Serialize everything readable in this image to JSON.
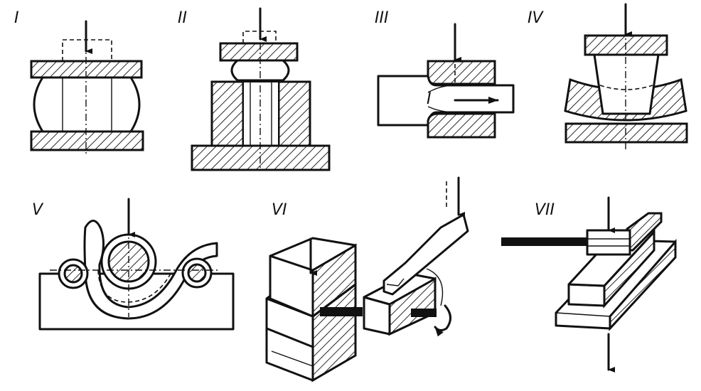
{
  "figures": [
    {
      "id": "fig-1",
      "label": "I"
    },
    {
      "id": "fig-2",
      "label": "II"
    },
    {
      "id": "fig-3",
      "label": "III"
    },
    {
      "id": "fig-4",
      "label": "IV"
    },
    {
      "id": "fig-5",
      "label": "V"
    },
    {
      "id": "fig-6",
      "label": "VI"
    },
    {
      "id": "fig-7",
      "label": "VII"
    }
  ],
  "annotations": {
    "fig3_inner_label": "I"
  },
  "colors": {
    "ink": "#111111",
    "paper": "#ffffff"
  }
}
